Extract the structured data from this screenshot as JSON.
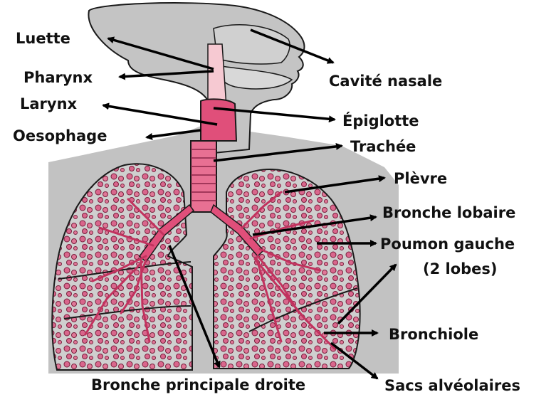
{
  "colors": {
    "body_gray": "#bfbfbf",
    "outline": "#1a1a1a",
    "airway_pink": "#e04f7a",
    "trachea_pink": "#e87093",
    "lung_fill": "#c9c9c9",
    "bronchiole_pink": "#d24a72",
    "pharynx_light_pink": "#f6c9d2",
    "arrow": "#000000"
  },
  "labels": {
    "luette": "Luette",
    "pharynx": "Pharynx",
    "larynx": "Larynx",
    "oesophage": "Oesophage",
    "cavite_nasale": "Cavité nasale",
    "epiglotte": "Épiglotte",
    "trachee": "Trachée",
    "plevre": "Plèvre",
    "bronche_lobaire": "Bronche lobaire",
    "poumon_gauche_line1": "Poumon gauche",
    "poumon_gauche_line2": "(2 lobes)",
    "bronchiole": "Bronchiole",
    "bronche_principale_droite": "Bronche principale droite",
    "sacs_alveolaires": "Sacs alvéolaires"
  }
}
